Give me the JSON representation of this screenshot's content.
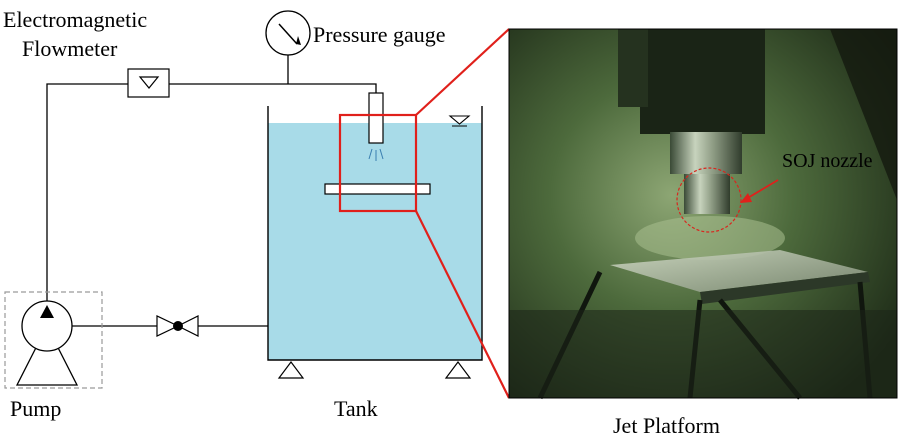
{
  "labels": {
    "flowmeter_line1": "Electromagnetic",
    "flowmeter_line2": "Flowmeter",
    "pressure_gauge": "Pressure gauge",
    "pump": "Pump",
    "tank": "Tank",
    "jet_platform": "Jet Platform",
    "soj_nozzle": "SOJ nozzle"
  },
  "colors": {
    "water": "#a8dbe8",
    "highlight": "#e0201b",
    "line": "#000000",
    "pump_box": "#9a9a9a"
  }
}
